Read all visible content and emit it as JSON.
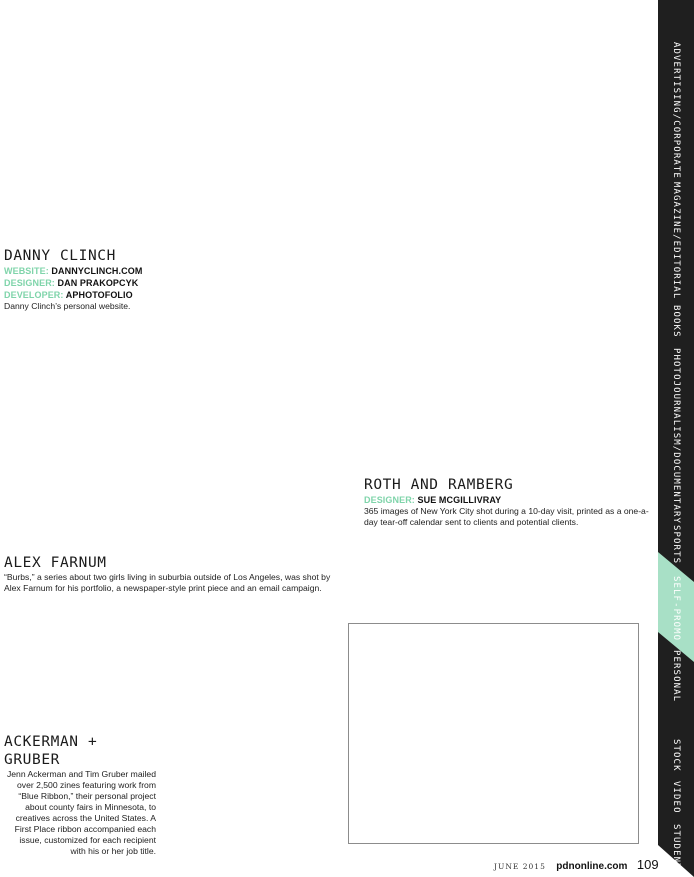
{
  "entries": {
    "danny": {
      "title": "DANNY CLINCH",
      "credits": [
        {
          "label": "WEBSITE:",
          "value": "DANNYCLINCH.COM"
        },
        {
          "label": "DESIGNER:",
          "value": "DAN PRAKOPCYK"
        },
        {
          "label": "DEVELOPER:",
          "value": "APHOTOFOLIO"
        }
      ],
      "description": "Danny Clinch’s personal website."
    },
    "roth": {
      "title": "ROTH AND RAMBERG",
      "credits": [
        {
          "label": "DESIGNER:",
          "value": "SUE MCGILLIVRAY"
        }
      ],
      "description": "365 images of New York City shot during a 10-day visit, printed as a one-a-day tear-off calendar sent to clients and potential clients."
    },
    "alex": {
      "title": "ALEX FARNUM",
      "description": "“Burbs,” a series about two girls living in suburbia outside of Los Angeles, was shot by Alex Farnum for his portfolio, a newspaper-style print piece and an email campaign."
    },
    "ackerman": {
      "title": "ACKERMAN + GRUBER",
      "description": "Jenn Ackerman and Tim Gruber mailed over 2,500 zines featuring work from “Blue Ribbon,” their personal project about county fairs in Minnesota, to creatives across the United States. A First Place ribbon accompanied each issue, customized for each recipient with his or her job title."
    }
  },
  "sidebar": {
    "tabs": [
      "ADVERTISING/CORPORATE",
      "MAGAZINE/EDITORIAL",
      "BOOKS",
      "PHOTOJOURNALISM/DOCUMENTARY",
      "SPORTS",
      "SELF-PROMO",
      "PERSONAL",
      "STOCK",
      "VIDEO",
      "STUDENT"
    ],
    "active": "SELF-PROMO",
    "colors": {
      "dark": "#1f1f1f",
      "active": "#a8e0c6",
      "text": "#ffffff"
    }
  },
  "footer": {
    "date": "JUNE 2015",
    "site": "pdnonline.com",
    "page": "109"
  },
  "colors": {
    "credit_label": "#7fd4aa"
  }
}
